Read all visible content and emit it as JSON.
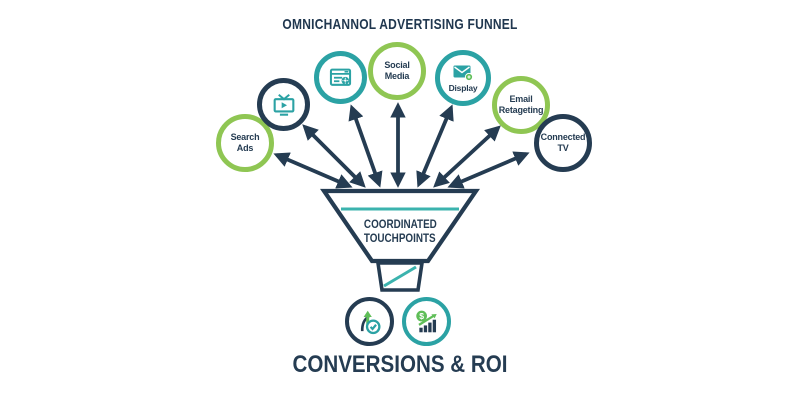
{
  "title": "OMNICHANNOL ADVERTISING FUNNEL",
  "colors": {
    "navy": "#253C52",
    "teal": "#2BA2A4",
    "teal_light": "#3BB3AE",
    "green": "#8FC653",
    "bright_green": "#5FBE58"
  },
  "channels": [
    {
      "label": "Search Ads",
      "ring": "green",
      "icon": null
    },
    {
      "label": "",
      "ring": "navy",
      "icon": "tv-play-icon"
    },
    {
      "label": "",
      "ring": "teal",
      "icon": "browser-ad-icon"
    },
    {
      "label": "Social Media",
      "ring": "green",
      "icon": null
    },
    {
      "label": "Display",
      "ring": "teal",
      "icon": "envelope-ad-icon"
    },
    {
      "label": "Email Retageting",
      "ring": "green",
      "icon": null
    },
    {
      "label": "Connected TV",
      "ring": "navy",
      "icon": null
    }
  ],
  "funnel": {
    "line1": "COORDINATED",
    "line2": "TOUCHPOINTS"
  },
  "outcome": {
    "label": "CONVERSIONS & ROI",
    "icons": [
      "growth-check-icon",
      "roi-chart-icon"
    ],
    "dollar_symbol": "$"
  }
}
